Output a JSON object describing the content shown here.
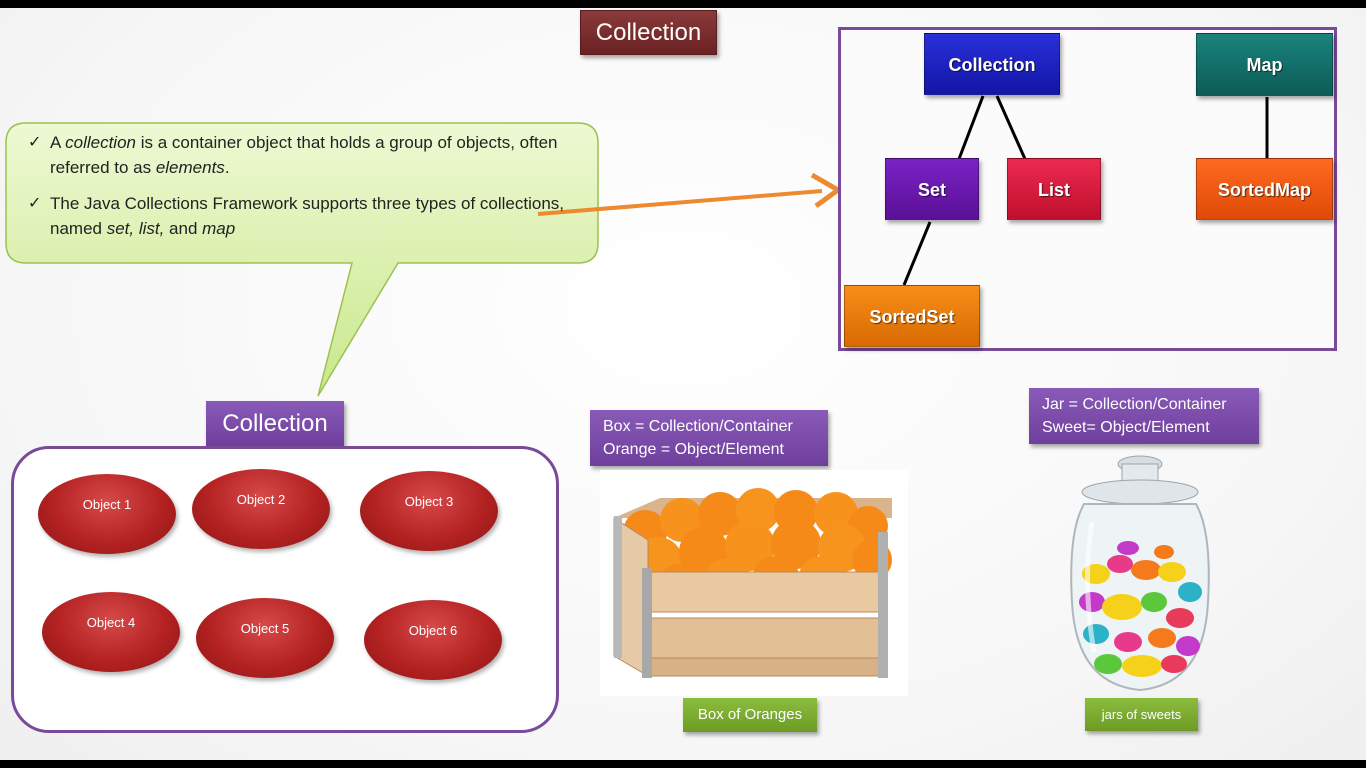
{
  "title": "Collection",
  "callout": {
    "bullet1": {
      "t1": "A ",
      "t2": "collection",
      "t3": " is a container object that holds a group of objects, often referred to as ",
      "t4": "elements",
      "t5": "."
    },
    "bullet2": {
      "t1": "The Java Collections Framework supports three types of collections, named ",
      "t2": "set, list,",
      "t3": " and ",
      "t4": "map"
    }
  },
  "hierarchy": {
    "nodes": {
      "collection": "Collection",
      "set": "Set",
      "list": "List",
      "sorted_set": "SortedSet",
      "map": "Map",
      "sorted_map": "SortedMap"
    },
    "colors": {
      "collection": "#1a1fc2",
      "set": "#6a16b0",
      "list": "#d8163c",
      "sorted_set": "#ee7d08",
      "map": "#0f6e68",
      "sorted_map": "#f45a10"
    }
  },
  "collection_group": {
    "label": "Collection",
    "objects": [
      "Object 1",
      "Object 2",
      "Object 3",
      "Object 4",
      "Object 5",
      "Object 6"
    ]
  },
  "box_example": {
    "line1": "Box = Collection/Container",
    "line2": "Orange = Object/Element",
    "caption": "Box of Oranges"
  },
  "jar_example": {
    "line1": "Jar = Collection/Container",
    "line2": "Sweet= Object/Element",
    "caption": "jars of sweets"
  },
  "colors": {
    "title_bg": "#7a2e2e",
    "purple": "#7a4aa8",
    "green": "#7fb135",
    "callout_fill": "#d9f0a8",
    "arrow": "#ee8a2e"
  }
}
